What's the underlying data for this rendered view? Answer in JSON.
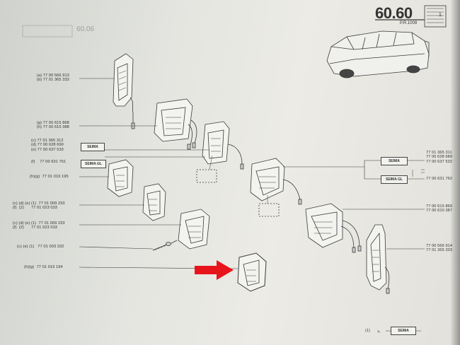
{
  "header": {
    "code": "60.60",
    "code_suffix": "1",
    "ref": "P.R.1009"
  },
  "left_labels": [
    {
      "id": "a",
      "lines": [
        "(a) 77 00 566 913",
        "(b) 77 01 365 333"
      ]
    },
    {
      "id": "b",
      "lines": [
        "(g) 77 00 615 868",
        "(h) 77 00 610 388"
      ]
    },
    {
      "id": "c",
      "lines": [
        "(c) 77 01 365 312",
        "(d) 77 00 628 690",
        "(e) 77 00 637 533"
      ]
    },
    {
      "id": "d",
      "lines": [
        "(f)    77 00 631 761"
      ]
    },
    {
      "id": "e",
      "lines": [
        "(h)(g)  77 01 019 195"
      ]
    },
    {
      "id": "f",
      "lines": [
        "(c) (d) (e) (1)  77 01 009 233",
        "(f)  (2)      77 01 023 033"
      ]
    },
    {
      "id": "g",
      "lines": [
        "(c) (d) (e) (1)  77 01 009 233",
        "(f)  (2)      77 01 023 033"
      ]
    },
    {
      "id": "h",
      "lines": [
        "(c) (e) (1)   77 01 003 332"
      ]
    },
    {
      "id": "i",
      "lines": [
        "(h)(g)  77 01 019 194"
      ]
    }
  ],
  "right_labels": [
    {
      "id": "r1",
      "lines": [
        "77 01 365 311",
        "77 00 628 689",
        "77 00 637 532"
      ]
    },
    {
      "id": "r2",
      "lines": [
        "77 00 631 762"
      ]
    },
    {
      "id": "r3",
      "lines": [
        "77 00 615 869",
        "77 00 610 387"
      ]
    },
    {
      "id": "r4",
      "lines": [
        "77 00 566 914",
        "77 01 365 333"
      ]
    }
  ],
  "boxes": {
    "seima_left": "SEIMA",
    "seima_gl_left": "SEIMA GL",
    "seima_right": "SEIMA",
    "seima_gl_right": "SEIMA GL",
    "legend": "SEIMA"
  },
  "legend_num": "(1)",
  "colors": {
    "arrow": "#e8141c",
    "ink": "#3a3a3a"
  }
}
